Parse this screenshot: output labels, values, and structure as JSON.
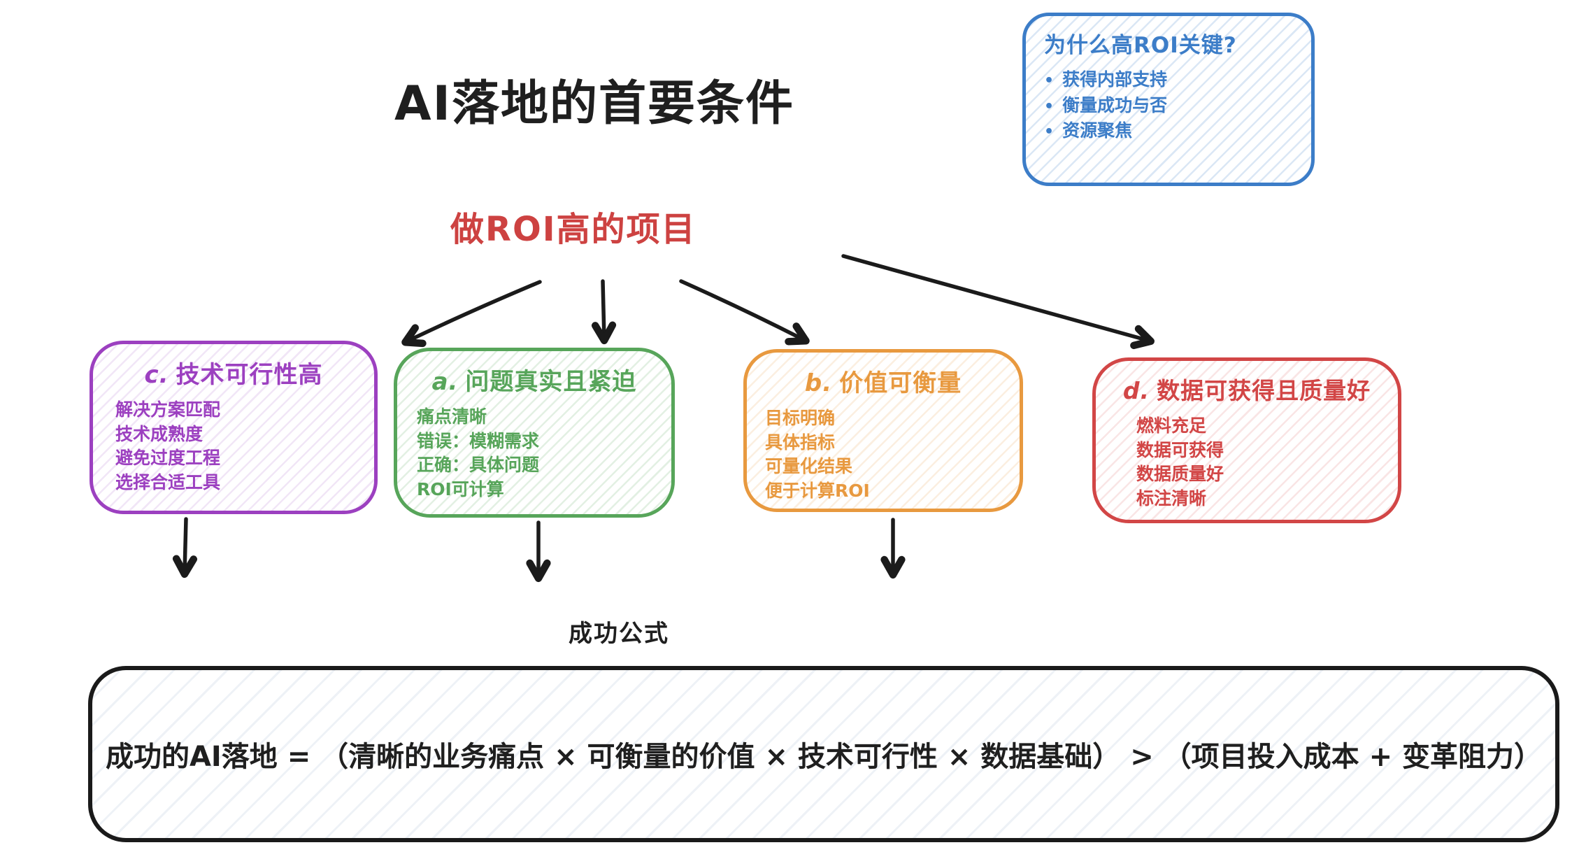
{
  "title": "AI落地的首要条件",
  "colors": {
    "ink": "#1f1f1f",
    "blue": "#3c7dc8",
    "purple": "#9c40c0",
    "green": "#57a55a",
    "orange": "#e8993f",
    "red": "#d24646",
    "title_red": "#cd4241"
  },
  "blue_note": {
    "title": "为什么高ROI关键?",
    "bullet": "•",
    "bullets": [
      "获得内部支持",
      "衡量成功与否",
      "资源聚焦"
    ]
  },
  "central_label": "做ROI高的项目",
  "boxes": [
    {
      "letter": "c.",
      "title": "技术可行性高",
      "items": [
        "解决方案匹配",
        "技术成熟度",
        "避免过度工程",
        "选择合适工具"
      ]
    },
    {
      "letter": "a.",
      "title": "问题真实且紧迫",
      "items": [
        "痛点清晰",
        "错误：模糊需求",
        "正确：具体问题",
        "ROI可计算"
      ]
    },
    {
      "letter": "b.",
      "title": "价值可衡量",
      "items": [
        "目标明确",
        "具体指标",
        "可量化结果",
        "便于计算ROI"
      ]
    },
    {
      "letter": "d.",
      "title": "数据可获得且质量好",
      "items": [
        "燃料充足",
        "数据可获得",
        "数据质量好",
        "标注清晰"
      ]
    }
  ],
  "formula_label": "成功公式",
  "formula": "成功的AI落地 = （清晰的业务痛点 × 可衡量的价值 × 技术可行性 × 数据基础） > （项目投入成本 + 变革阻力）"
}
